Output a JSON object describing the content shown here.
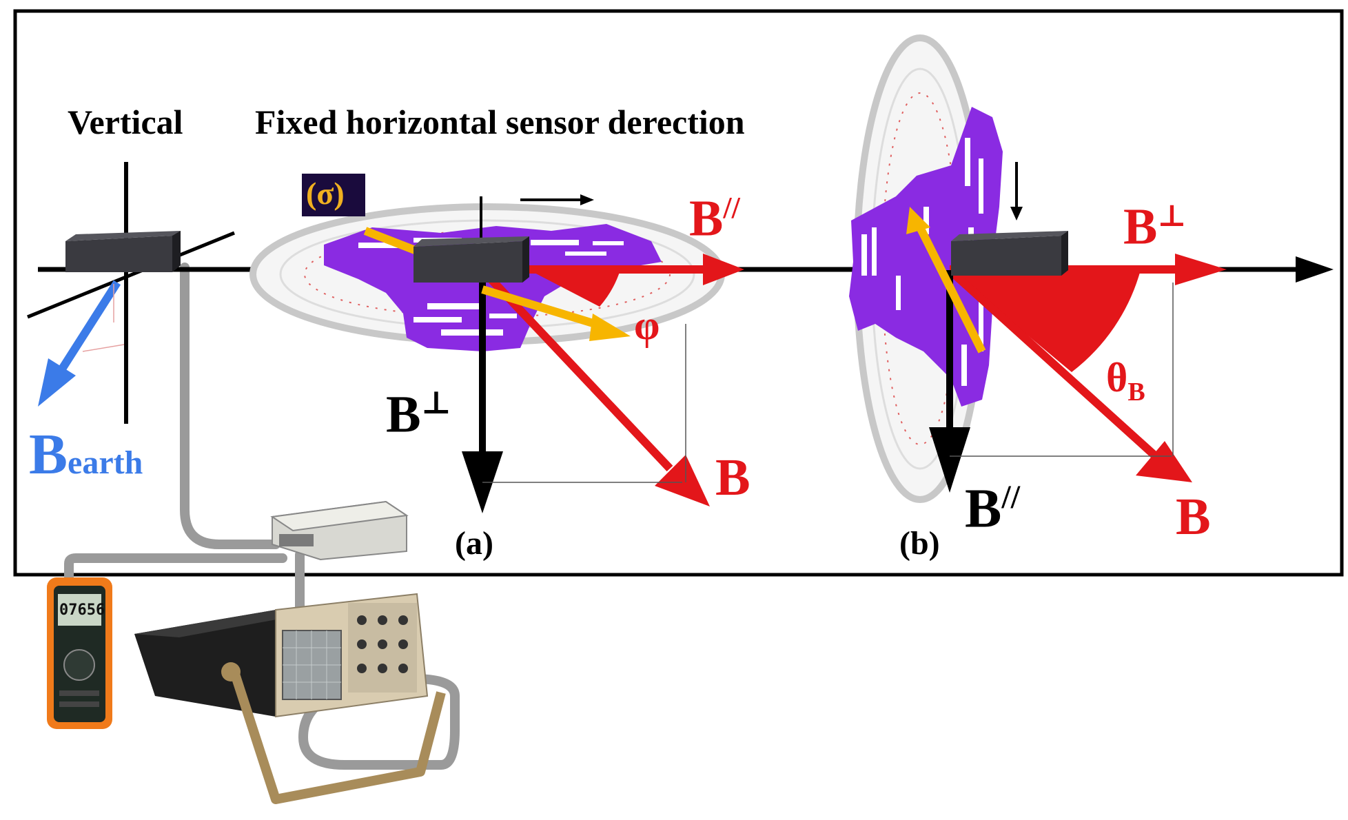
{
  "colors": {
    "frame": "#000000",
    "field_red": "#e3161a",
    "earth_blue": "#3b7be8",
    "sample_orange": "#f7b500",
    "sample_purple": "#8a2be2",
    "sensor_dark": "#2b2b30",
    "protractor_gray": "#cfcfcf",
    "cable_gray": "#9a9a9a",
    "meter_orange": "#f07a1a"
  },
  "labels": {
    "vertical": "Vertical",
    "fixed_direction": "Fixed horizontal sensor derection",
    "sigma": "(σ)",
    "b_parallel": "B",
    "parallel_sup": "//",
    "b_perp": "B",
    "perp_sup": "⊥",
    "b": "B",
    "phi": "φ",
    "theta": "θ",
    "theta_sub": "B",
    "earth_b": "B",
    "earth_sub": "earth",
    "panel_a": "(a)",
    "panel_b": "(b)"
  },
  "multimeter": {
    "reading": "07656"
  },
  "icons": [
    "sensor-probe-icon",
    "protractor-icon",
    "multimeter-icon",
    "oscilloscope-icon",
    "interface-box-icon"
  ]
}
